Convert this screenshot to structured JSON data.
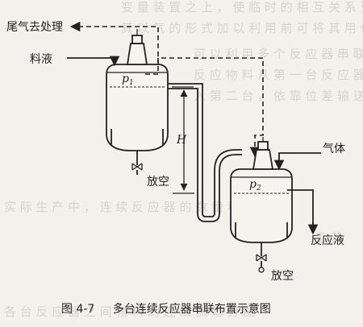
{
  "labels": {
    "tail_gas": "尾气去处理",
    "feed_liquid": "料液",
    "pressure_1": "p",
    "pressure_1_sub": "1",
    "height": "H",
    "vent_1": "放空",
    "gas": "气体",
    "pressure_2": "p",
    "pressure_2_sub": "2",
    "product": "反应液",
    "vent_2": "放空"
  },
  "caption": {
    "number": "图 4-7",
    "title": "多台连续反应器串联布置示意图"
  },
  "icons": [
    "reactor-vessel-1",
    "reactor-vessel-2",
    "agitator-motor",
    "arrow"
  ],
  "colors": {
    "ink": "#222222",
    "paper": "#f3f1ec"
  }
}
